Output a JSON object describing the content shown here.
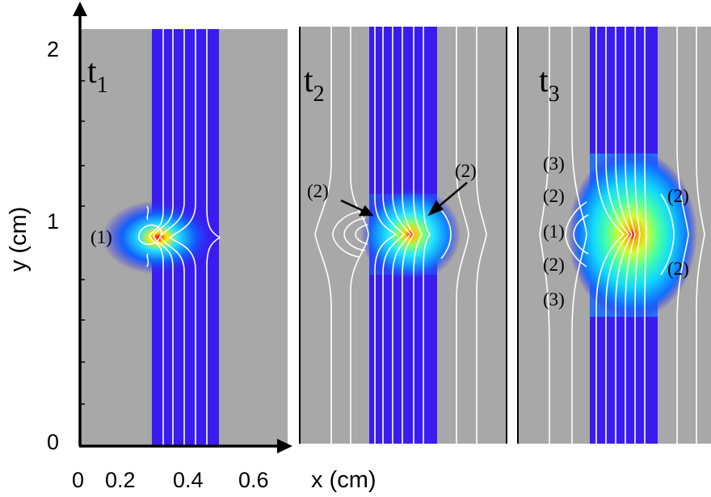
{
  "axes": {
    "y_label": "y (cm)",
    "x_label": "x (cm)",
    "y_ticks": [
      "0",
      "1",
      "2"
    ],
    "x_ticks": [
      "0",
      "0.2",
      "0.4",
      "0.6"
    ]
  },
  "panels": [
    {
      "title": "t",
      "subscript": "1",
      "annotations": [
        "(1)"
      ]
    },
    {
      "title": "t",
      "subscript": "2",
      "annotations": [
        "(2)",
        "(2)"
      ]
    },
    {
      "title": "t",
      "subscript": "3",
      "annotations": [
        "(3)",
        "(2)",
        "(1)",
        "(2)",
        "(3)",
        "(2)",
        "(2)"
      ]
    }
  ],
  "colors": {
    "background": "#a8a8a8",
    "channel": "#3a1cf0",
    "contour": "#ffffff",
    "axis": "#000000"
  }
}
